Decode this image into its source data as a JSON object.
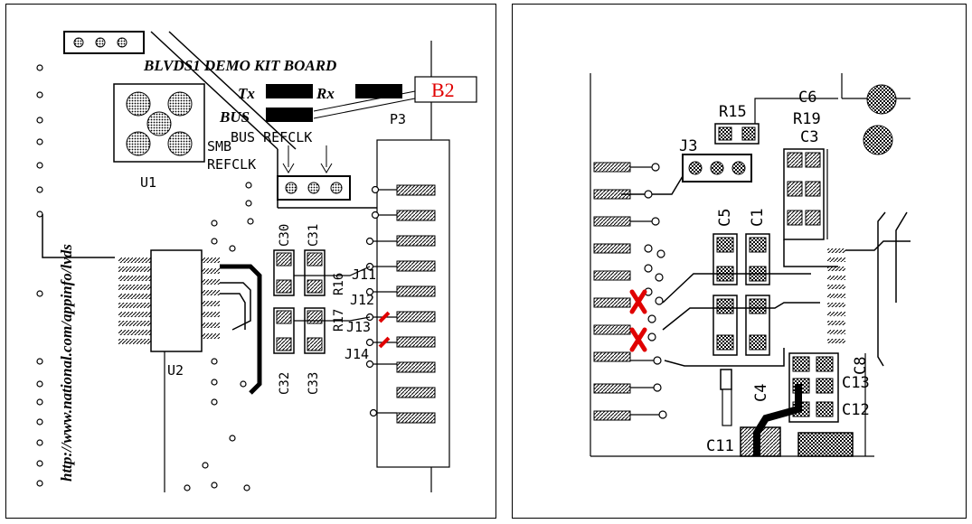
{
  "left_board": {
    "title": "BLVDS1 DEMO KIT BOARD",
    "tx_label": "Tx",
    "rx_label": "Rx",
    "bus_label": "BUS",
    "callout": "B2",
    "url": "http://www.national.com/appinfo/lvds",
    "p3": "P3",
    "bus_refclk": "BUS REFCLK",
    "smb": "SMB",
    "refclk": "REFCLK",
    "u1": "U1",
    "u2": "U2",
    "c30": "C30",
    "c31": "C31",
    "c32": "C32",
    "c33": "C33",
    "r16": "R16",
    "r17": "R17",
    "j11": "J11",
    "j12": "J12",
    "j13": "J13",
    "j14": "J14",
    "callout_color": "#e00000"
  },
  "right_board": {
    "r15": "R15",
    "r19": "R19",
    "c6": "C6",
    "c3": "C3",
    "j3": "J3",
    "c5": "C5",
    "c1": "C1",
    "c4": "C4",
    "c13": "C13",
    "c12": "C12",
    "c8": "C8",
    "c11": "C11",
    "mark_color": "#e00000"
  }
}
